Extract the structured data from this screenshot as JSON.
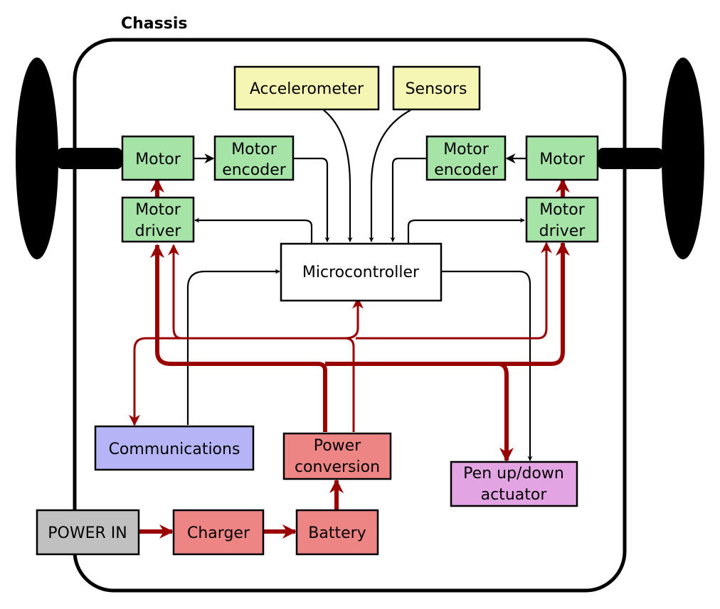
{
  "title": "Chassis",
  "colors": {
    "sensor_fill": "#f6f6b4",
    "motor_fill": "#a6e3a6",
    "micro_fill": "#ffffff",
    "comm_fill": "#b4b4f6",
    "power_fill": "#ee8585",
    "pen_fill": "#e3a4e3",
    "power_in_fill": "#c0c0c0",
    "power_line": "#990000",
    "signal_line": "#000000"
  },
  "blocks": {
    "accelerometer": "Accelerometer",
    "sensors": "Sensors",
    "motor_left": "Motor",
    "motor_right": "Motor",
    "encoder_left": [
      "Motor",
      "encoder"
    ],
    "encoder_right": [
      "Motor",
      "encoder"
    ],
    "driver_left": [
      "Motor",
      "driver"
    ],
    "driver_right": [
      "Motor",
      "driver"
    ],
    "microcontroller": "Microcontroller",
    "communications": "Communications",
    "power_conversion": [
      "Power",
      "conversion"
    ],
    "pen_actuator": [
      "Pen up/down",
      "actuator"
    ],
    "power_in": "POWER IN",
    "charger": "Charger",
    "battery": "Battery"
  }
}
